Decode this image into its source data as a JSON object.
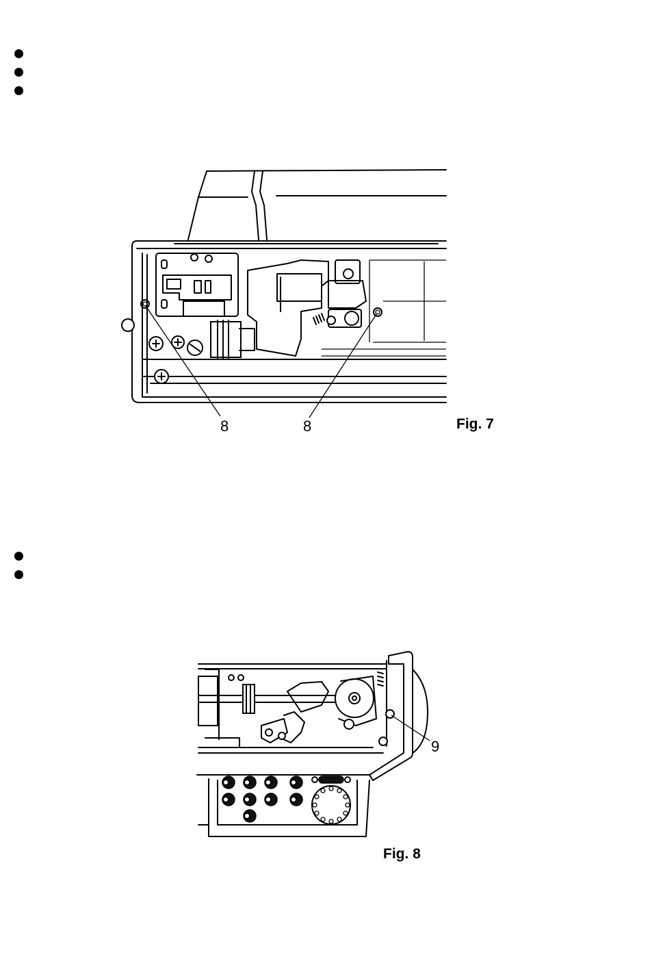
{
  "figures": [
    {
      "label": "Fig. 7",
      "callouts": [
        "8",
        "8"
      ]
    },
    {
      "label": "Fig. 8",
      "callouts": [
        "9"
      ]
    }
  ],
  "bullets": {
    "group_1_count": 3,
    "group_2_count": 2
  }
}
